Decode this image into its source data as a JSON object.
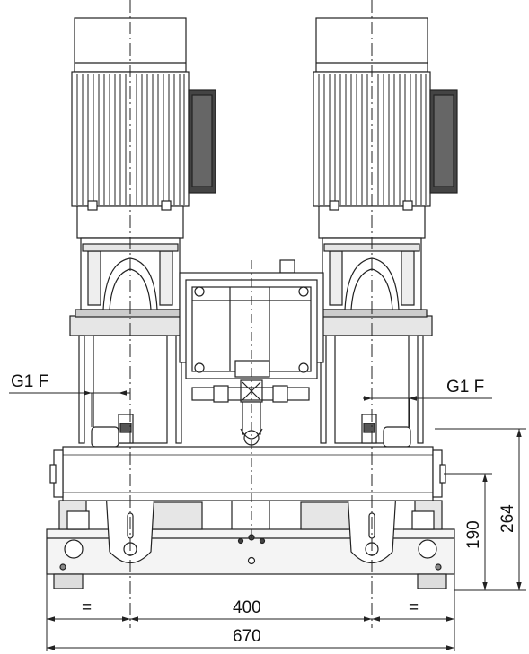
{
  "dimensions": {
    "left_thread": "G1 F",
    "right_thread": "G1 F",
    "height_upper": "264",
    "height_lower": "190",
    "spacing_left": "=",
    "spacing_center": "400",
    "spacing_right": "=",
    "overall_width": "670"
  }
}
